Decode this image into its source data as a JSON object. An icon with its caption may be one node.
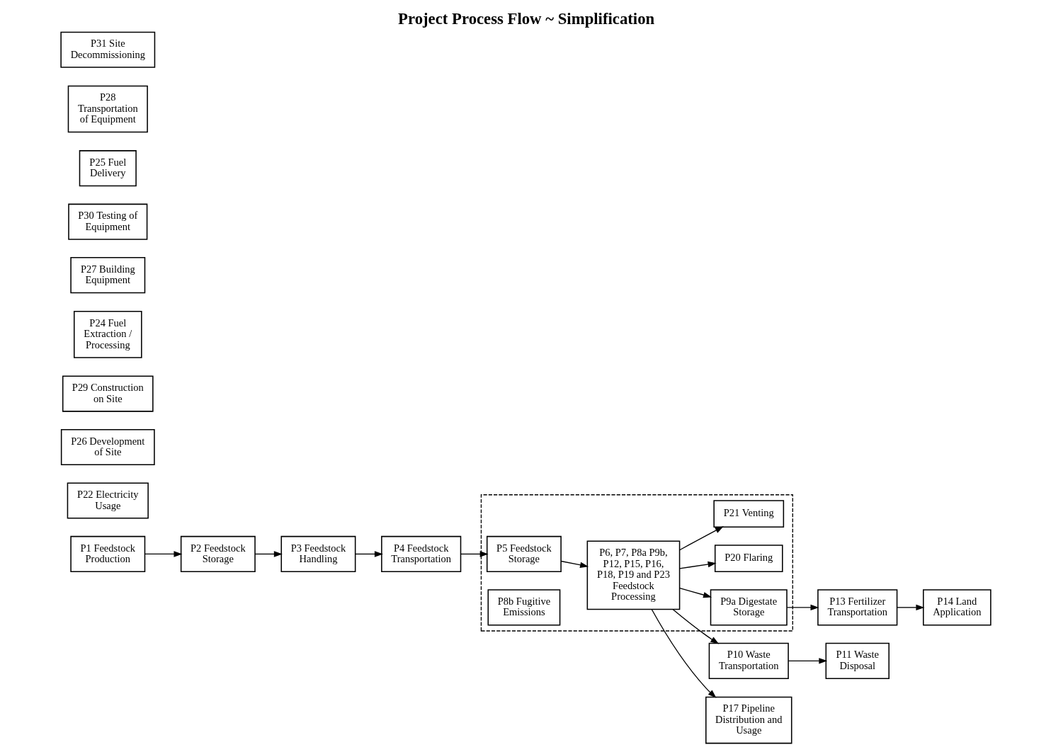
{
  "diagram": {
    "title": "Project Process Flow ~ Simplification",
    "nodes": [
      {
        "text": [
          "P1 Feedstock Production"
        ]
      },
      {
        "text": [
          "P2 Feedstock Storage"
        ]
      },
      {
        "text": [
          "P3 Feedstock Handling"
        ]
      },
      {
        "text": [
          "P4 Feedstock Transportation"
        ]
      },
      {
        "text": [],
        "shape": "box"
      },
      {
        "text": [
          "P5 Feedstock Storage"
        ],
        "in": 4
      },
      {
        "text": [
          "P8b Fugitive Emissions"
        ],
        "in": 4
      },
      {
        "text": [
          "P10 Waste Transportation"
        ]
      },
      {
        "text": [
          "P11 Waste Disposal"
        ]
      },
      {
        "text": [
          "P9a Digestate Storage"
        ],
        "in": 4
      },
      {
        "text": [
          "P6, P7, P8a P9b, P12, P15, P16, P18, P19 and P23 Feedstock Processing"
        ],
        "in": 4
      },
      {
        "text": [
          "P13 Fertilizer Transportation"
        ]
      },
      {
        "text": [
          "P14 Land Application"
        ]
      },
      {
        "text": [
          "P20 Flaring"
        ],
        "in": 4
      },
      {
        "text": [
          "P21 Venting"
        ],
        "in": 4
      },
      {
        "text": [
          "P17 Pipeline Distribution and Usage"
        ]
      },
      {
        "text": [
          "P22 Electricity Usage"
        ]
      },
      {
        "text": [
          "P26 Development of Site"
        ]
      },
      {
        "text": [
          "P29 Construction on Site"
        ]
      },
      {
        "text": [
          "P24 Fuel Extraction / Processing"
        ]
      },
      {
        "text": [
          "P27 Building Equipment"
        ]
      },
      {
        "text": [
          "P30 Testing of Equipment"
        ]
      },
      {
        "text": [
          "P25 Fuel Delivery"
        ]
      },
      {
        "text": [
          "P28 Transportation of Equipment"
        ]
      },
      {
        "text": [
          "P31 Site Decommissioning"
        ]
      }
    ],
    "edges": [
      {
        "from": 0,
        "to": 1,
        "arrow": "to"
      },
      {
        "from": 1,
        "to": 2,
        "arrow": "to"
      },
      {
        "from": 2,
        "to": 3,
        "arrow": "to"
      },
      {
        "from": 3,
        "to": 5,
        "arrow": "to"
      },
      {
        "from": 5,
        "to": 10,
        "arrow": "to"
      },
      {
        "from": 10,
        "to": 7,
        "arrow": "to"
      },
      {
        "from": 7,
        "to": 8,
        "arrow": "to"
      },
      {
        "from": 10,
        "to": 9,
        "arrow": "to"
      },
      {
        "from": 9,
        "to": 11,
        "arrow": "to"
      },
      {
        "from": 11,
        "to": 12,
        "arrow": "to"
      },
      {
        "from": 10,
        "to": 13,
        "arrow": "to"
      },
      {
        "from": 10,
        "to": 14,
        "arrow": "to"
      },
      {
        "from": 10,
        "to": 15,
        "arrow": "to"
      }
    ]
  }
}
